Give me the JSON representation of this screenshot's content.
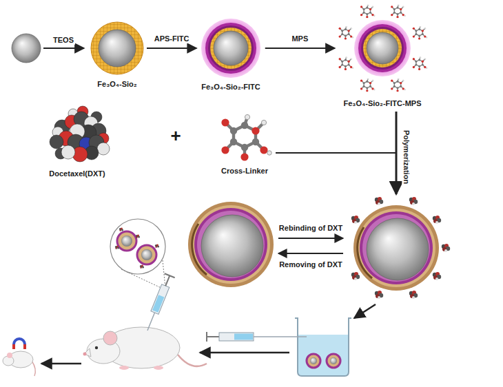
{
  "diagram": {
    "nodes": [
      {
        "text": [
          "Fe₃O₄-Sio₂"
        ]
      },
      {
        "text": [
          "Fe₃O₄-Sio₂-FITC"
        ]
      },
      {
        "text": [
          "Fe₃O₄-Sio₂-FITC-MPS"
        ]
      },
      {
        "text": [
          "Docetaxel(DXT)"
        ]
      },
      {
        "text": [
          "Cross-Linker"
        ]
      }
    ],
    "edges": [
      {
        "from": 0,
        "to": 1,
        "label": "APS-FITC",
        "arrow": "to"
      },
      {
        "from": 1,
        "to": 2,
        "label": "MPS",
        "arrow": "to"
      }
    ],
    "labels": [
      "TEOS",
      "+",
      "Polymerization",
      "Rebinding of DXT",
      "Removing of DXT"
    ]
  }
}
